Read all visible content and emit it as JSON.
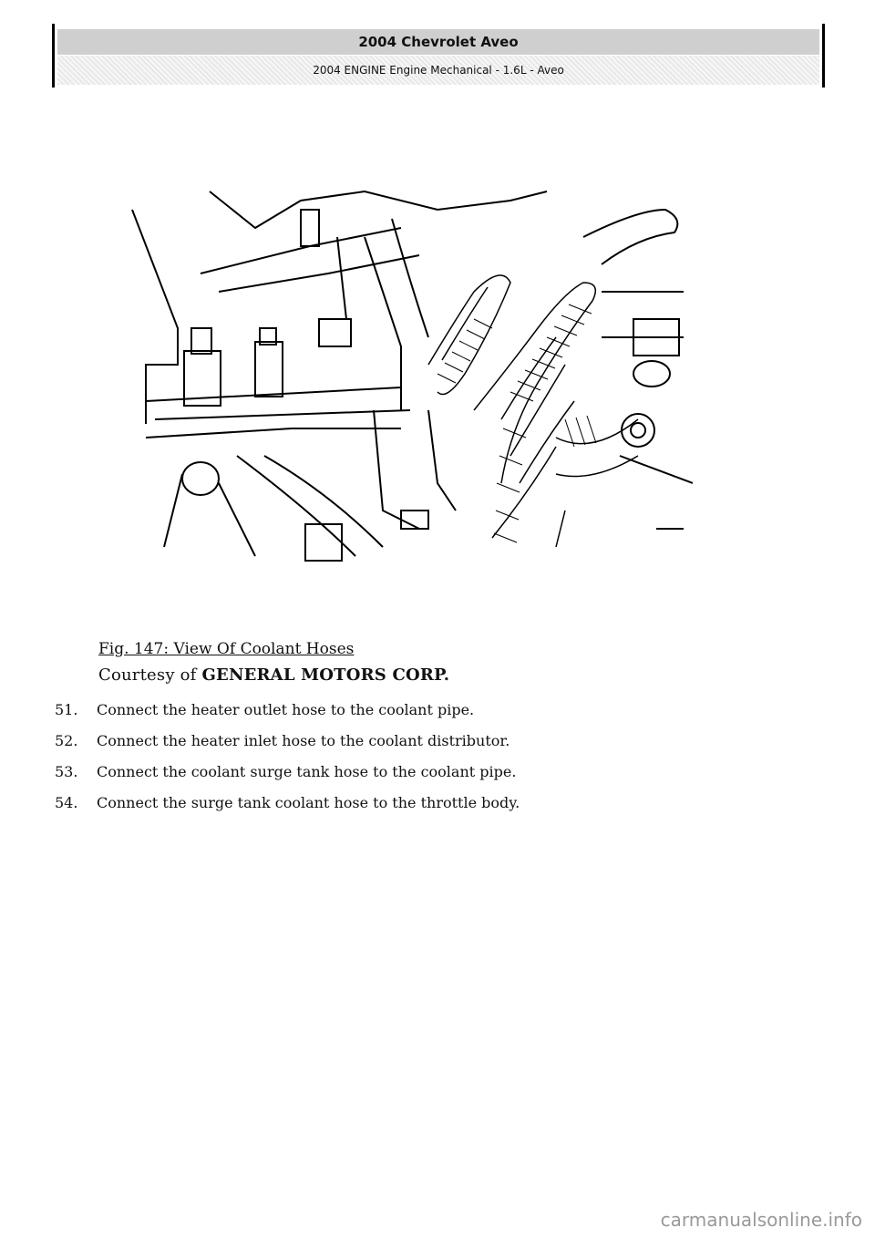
{
  "header": {
    "title": "2004 Chevrolet Aveo",
    "subtitle": "2004 ENGINE Engine Mechanical - 1.6L - Aveo"
  },
  "figure": {
    "caption": "Fig. 147: View Of Coolant Hoses",
    "courtesy_prefix": "Courtesy of",
    "courtesy_name": "GENERAL MOTORS CORP."
  },
  "steps": [
    {
      "num": "51.",
      "text": "Connect the heater outlet hose to the coolant pipe."
    },
    {
      "num": "52.",
      "text": "Connect the heater inlet hose to the coolant distributor."
    },
    {
      "num": "53.",
      "text": "Connect the coolant surge tank hose to the coolant pipe."
    },
    {
      "num": "54.",
      "text": "Connect the surge tank coolant hose to the throttle body."
    }
  ],
  "watermark": "carmanualsonline.info"
}
